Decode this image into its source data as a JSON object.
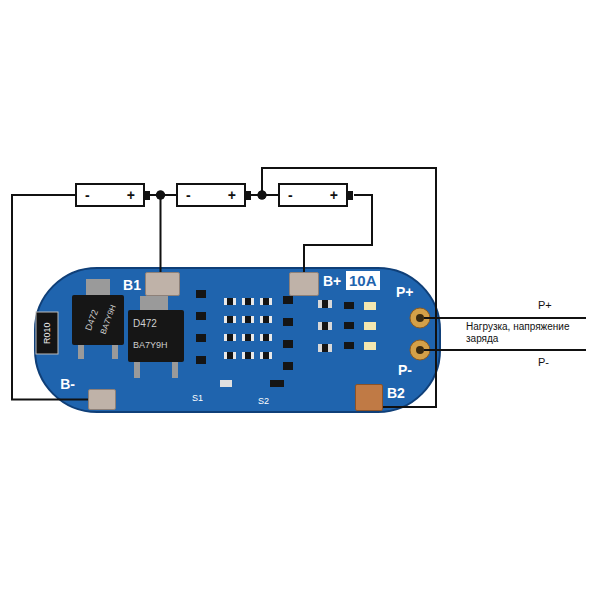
{
  "diagram": {
    "nodes": [
      {
        "text": [
          "-",
          "+"
        ]
      },
      {
        "text": [
          "-",
          "+"
        ]
      },
      {
        "text": [
          "-",
          "+"
        ]
      },
      {
        "text": [
          "B1"
        ]
      },
      {
        "text": [
          "B+"
        ]
      },
      {
        "text": [
          "B-"
        ]
      },
      {
        "text": [
          "B2"
        ]
      }
    ],
    "edges": [
      {
        "from": 0,
        "to": 5,
        "arrow": "none"
      },
      {
        "from": 0,
        "to": 1,
        "arrow": "none"
      },
      {
        "from": 1,
        "to": 2,
        "arrow": "none"
      },
      {
        "from": 0,
        "to": 3,
        "arrow": "none"
      },
      {
        "from": 1,
        "to": 6,
        "arrow": "none"
      },
      {
        "from": 2,
        "to": 4,
        "arrow": "none"
      }
    ],
    "labels": [
      "10A",
      "P+",
      "P-",
      "S1",
      "S2",
      "R010",
      "D472",
      "BA7Y9H",
      "D472",
      "BA7Y9H",
      "P+",
      "Нагрузка, напряжение заряда",
      "P-"
    ]
  }
}
